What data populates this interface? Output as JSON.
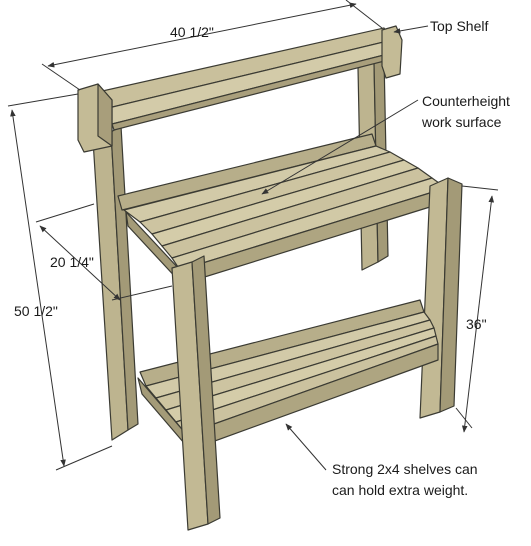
{
  "dimensions": {
    "width_label": "40 1/2\"",
    "depth_label": "20 1/4\"",
    "total_height_label": "50 1/2\"",
    "work_height_label": "36\""
  },
  "callouts": {
    "top_shelf": "Top Shelf",
    "work_surface_line1": "Counterheight",
    "work_surface_line2": "work surface",
    "bottom_shelf_line1": "Strong 2x4 shelves can",
    "bottom_shelf_line2": "can hold extra weight."
  },
  "colors": {
    "wood_top": "#cfc6a4",
    "wood_side": "#b3aa86",
    "wood_dark": "#989070",
    "outline": "#3b3b33"
  }
}
